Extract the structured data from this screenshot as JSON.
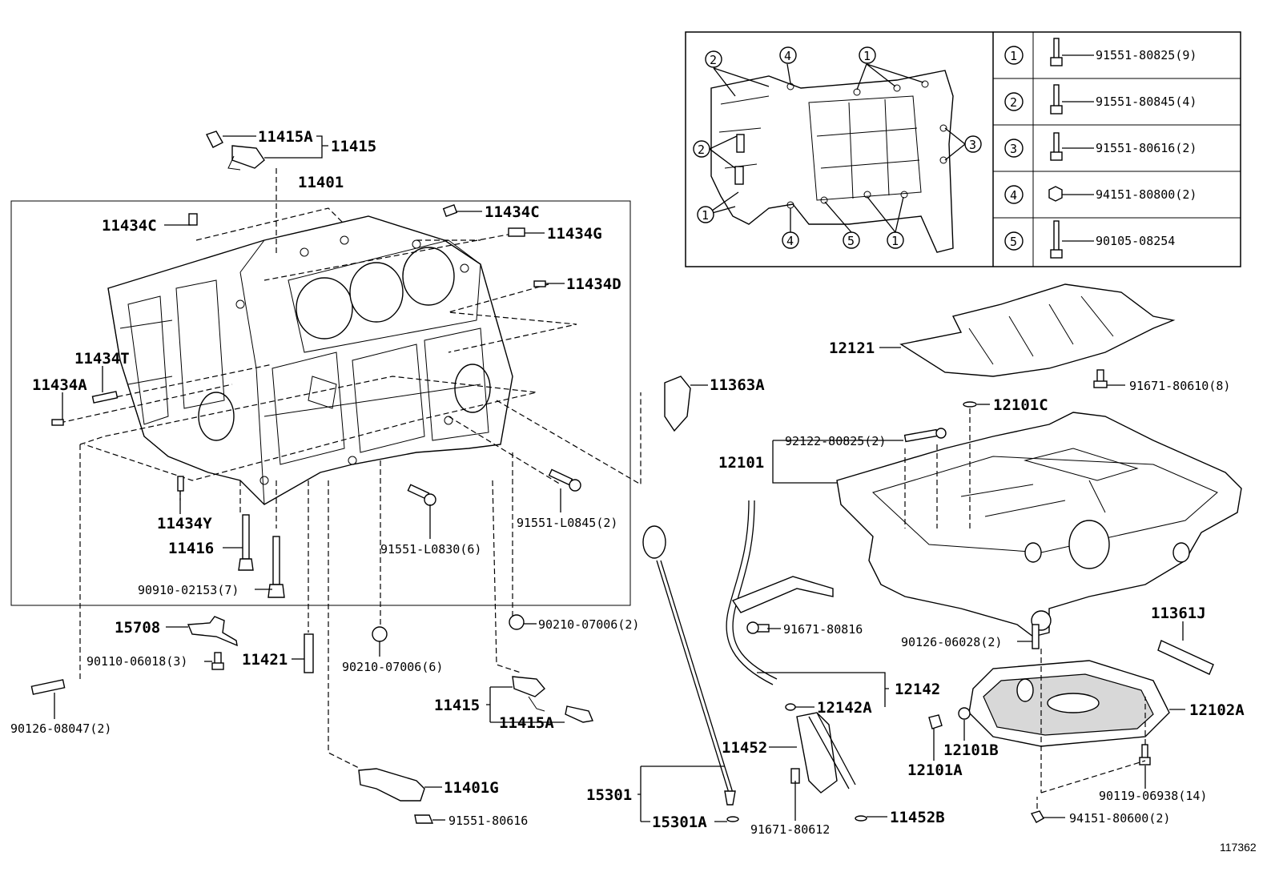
{
  "callouts": {
    "c11415a_top": "11415A",
    "c11415_top": "11415",
    "c11401": "11401",
    "c11434c_left": "11434C",
    "c11434c_right": "11434C",
    "c11434g": "11434G",
    "c11434d": "11434D",
    "c11434t": "11434T",
    "c11434a": "11434A",
    "c11434y": "11434Y",
    "c11416": "11416",
    "c90910": "90910-02153(7)",
    "c91551l0830": "91551-L0830(6)",
    "c91551l0845": "91551-L0845(2)",
    "c11363a": "11363A",
    "c15708": "15708",
    "c90110": "90110-06018(3)",
    "c11421": "11421",
    "c90210_6": "90210-07006(6)",
    "c90210_2": "90210-07006(2)",
    "c90126_08047": "90126-08047(2)",
    "c11415_bot": "11415",
    "c11415a_bot": "11415A",
    "c11401g": "11401G",
    "c91551_80616": "91551-80616",
    "c15301": "15301",
    "c15301a": "15301A",
    "c91671_80816": "91671-80816",
    "c12142": "12142",
    "c12142a": "12142A",
    "c11452": "11452",
    "c91671_80612": "91671-80612",
    "c11452b": "11452B",
    "c12121": "12121",
    "c91671_80610": "91671-80610(8)",
    "c12101c": "12101C",
    "c92122": "92122-80825(2)",
    "c12101": "12101",
    "c11361j": "11361J",
    "c90126_06028": "90126-06028(2)",
    "c12102a": "12102A",
    "c12101b": "12101B",
    "c12101a": "12101A",
    "c90119": "90119-06938(14)",
    "c94151_80600": "94151-80600(2)",
    "ref_number": "117362"
  },
  "inset": {
    "markers": {
      "m1": "1",
      "m2": "2",
      "m3": "3",
      "m4": "4",
      "m5": "5"
    },
    "table": [
      {
        "key": "1",
        "part": "91551-80825(9)"
      },
      {
        "key": "2",
        "part": "91551-80845(4)"
      },
      {
        "key": "3",
        "part": "91551-80616(2)"
      },
      {
        "key": "4",
        "part": "94151-80800(2)"
      },
      {
        "key": "5",
        "part": "90105-08254"
      }
    ]
  }
}
